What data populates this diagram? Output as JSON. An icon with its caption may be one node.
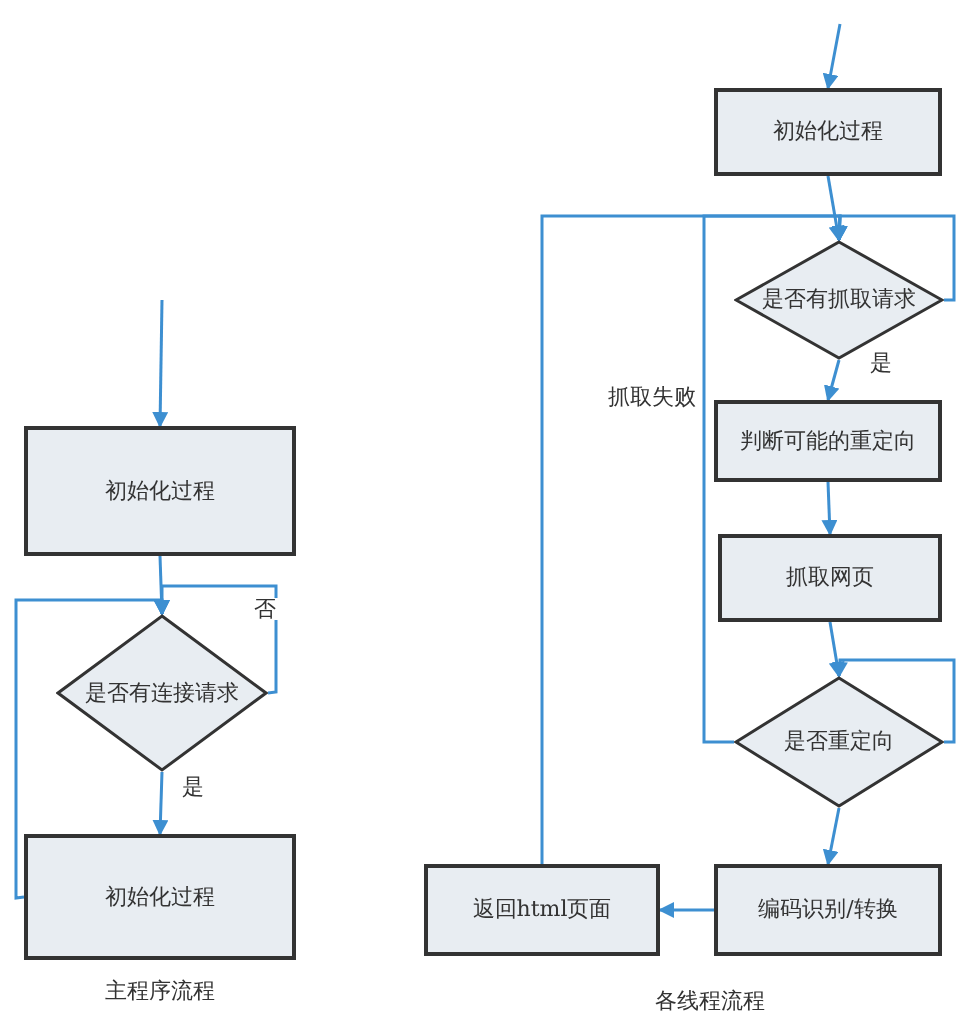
{
  "diagram": {
    "nodes": [
      {
        "text": [
          "初始化过程"
        ]
      },
      {
        "text": [
          "是否有连接请求"
        ]
      },
      {
        "text": [
          "初始化过程"
        ]
      },
      {
        "text": [
          "初始化过程"
        ]
      },
      {
        "text": [
          "是否有抓取请求"
        ]
      },
      {
        "text": [
          "判断可能的重定向"
        ]
      },
      {
        "text": [
          "抓取网页"
        ]
      },
      {
        "text": [
          "是否重定向"
        ]
      },
      {
        "text": [
          "编码识别/转换"
        ]
      },
      {
        "text": [
          "返回html页面"
        ]
      }
    ],
    "edges": [
      {
        "from": null,
        "to": 0,
        "arrow": "to"
      },
      {
        "from": 0,
        "to": 1,
        "arrow": "to"
      },
      {
        "from": 1,
        "to": 1,
        "arrow": "to",
        "label": "否"
      },
      {
        "from": 1,
        "to": 2,
        "arrow": "to",
        "label": "是"
      },
      {
        "from": 2,
        "to": 1,
        "arrow": "to"
      },
      {
        "from": null,
        "to": 3,
        "arrow": "to"
      },
      {
        "from": 3,
        "to": 4,
        "arrow": "to"
      },
      {
        "from": 4,
        "to": 4,
        "arrow": "to"
      },
      {
        "from": 4,
        "to": 5,
        "arrow": "to",
        "label": "是"
      },
      {
        "from": 5,
        "to": 6,
        "arrow": "to"
      },
      {
        "from": 6,
        "to": 7,
        "arrow": "to"
      },
      {
        "from": 7,
        "to": 7,
        "arrow": "to"
      },
      {
        "from": 7,
        "to": 4,
        "arrow": "to"
      },
      {
        "from": 7,
        "to": 8,
        "arrow": "to"
      },
      {
        "from": 8,
        "to": 9,
        "arrow": "to"
      },
      {
        "from": 9,
        "to": 4,
        "arrow": "to"
      }
    ],
    "labels": [
      "抓取失败",
      "主程序流程",
      "各线程流程"
    ]
  }
}
